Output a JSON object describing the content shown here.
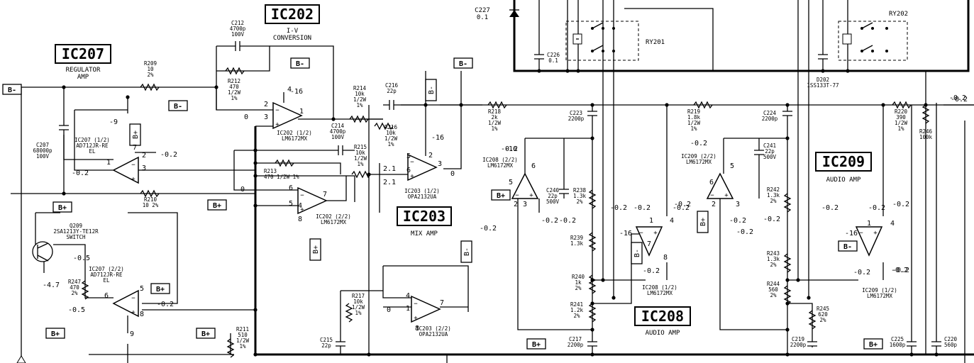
{
  "blocks": [
    {
      "ic": "IC202",
      "role": "I-V\nCONVERSION"
    },
    {
      "ic": "IC203",
      "role": "MIX AMP"
    },
    {
      "ic": "IC207",
      "role": "REGULATOR\nAMP"
    },
    {
      "ic": "IC208",
      "role": "AUDIO AMP"
    },
    {
      "ic": "IC209",
      "role": "AUDIO AMP"
    }
  ],
  "opamps": [
    {
      "ref": "IC202 (1/2)\nLM6172MX"
    },
    {
      "ref": "IC202 (2/2)\nLM6172MX"
    },
    {
      "ref": "IC203 (1/2)\nOPA2132UA"
    },
    {
      "ref": "IC203 (2/2)\nOPA2132UA"
    },
    {
      "ref": "IC207 (1/2)\nAD712JR-RE\nEL"
    },
    {
      "ref": "IC207 (2/2)\nAD712JR-RE\nEL"
    },
    {
      "ref": "IC208 (2/2)\nLM6172MX"
    },
    {
      "ref": "IC208 (1/2)\nLM6172MX"
    },
    {
      "ref": "IC209 (2/2)\nLM6172MX"
    },
    {
      "ref": "IC209 (1/2)\nLM6172MX"
    }
  ],
  "components": [
    {
      "id": "C212",
      "value": "4700p\n100V"
    },
    {
      "id": "R209",
      "value": "10\n2%"
    },
    {
      "id": "R212",
      "value": "470\n1/2W\n1%"
    },
    {
      "id": "C207",
      "value": "68000p\n100V"
    },
    {
      "id": "C214",
      "value": "4700p\n100V"
    },
    {
      "id": "R213",
      "value": "470 1/2W 1%"
    },
    {
      "id": "R210",
      "value": "10 2%"
    },
    {
      "id": "R214",
      "value": "10k\n1/2W\n1%"
    },
    {
      "id": "C216",
      "value": "22p"
    },
    {
      "id": "R216",
      "value": "10k\n1/2W\n1%"
    },
    {
      "id": "R215",
      "value": "10k\n1/2W\n1%"
    },
    {
      "id": "R217",
      "value": "10k\n1/2W\n1%"
    },
    {
      "id": "C215",
      "value": "22p"
    },
    {
      "id": "R247",
      "value": "470\n2%"
    },
    {
      "id": "R211",
      "value": "510\n1/2W\n1%"
    },
    {
      "id": "Q209",
      "value": "2SA1213Y-TE12R\nSWITCH"
    },
    {
      "id": "R218",
      "value": "2k\n1/2W\n1%"
    },
    {
      "id": "C223",
      "value": "2200p"
    },
    {
      "id": "C240",
      "value": "22p\n500V"
    },
    {
      "id": "R238",
      "value": "1.3k\n2%"
    },
    {
      "id": "R239",
      "value": "1.3k"
    },
    {
      "id": "R240",
      "value": "1k\n2%"
    },
    {
      "id": "R241",
      "value": "1.2k\n2%"
    },
    {
      "id": "C217",
      "value": "2200p"
    },
    {
      "id": "R219",
      "value": "1.8k\n1/2W\n1%"
    },
    {
      "id": "C224",
      "value": "2200p"
    },
    {
      "id": "C241",
      "value": "22p\n500V"
    },
    {
      "id": "R242",
      "value": "1.3k\n2%"
    },
    {
      "id": "R243",
      "value": "1.3k\n2%"
    },
    {
      "id": "R244",
      "value": "560\n2%"
    },
    {
      "id": "R245",
      "value": "620\n2%"
    },
    {
      "id": "C219",
      "value": "2200p"
    },
    {
      "id": "R220",
      "value": "390\n1/2W\n1%"
    },
    {
      "id": "R246",
      "value": "100k"
    },
    {
      "id": "C225",
      "value": "1600p"
    },
    {
      "id": "C220",
      "value": "560p"
    },
    {
      "id": "C226",
      "value": "0.1"
    },
    {
      "id": "C227",
      "value": "0.1"
    },
    {
      "id": "D202",
      "value": "1SS133T-77"
    },
    {
      "id": "RY201",
      "value": ""
    },
    {
      "id": "RY202",
      "value": ""
    }
  ],
  "voltages": [
    "-16",
    "0",
    "-9",
    "-0.2",
    "-0.2",
    "-0.2",
    "-0.5",
    "-0.5",
    "-4.7",
    "-0.2",
    "0",
    "2.1",
    "2.1",
    "0",
    "0",
    "-16",
    "-0.2",
    "-0.2",
    "-0.2",
    "-0.2",
    "-0.2",
    "-16",
    "-0.2",
    "-0.2",
    "-0.2",
    "-0.2",
    "-0.2",
    "-16",
    "-0.2",
    "-0.2",
    "-0.2",
    "-0.2",
    "-0.2",
    "-16",
    "-0.2",
    "-0.2",
    "-0.2",
    "-0.2"
  ],
  "pins": [
    "2",
    "3",
    "4",
    "1",
    "6",
    "5",
    "7",
    "8",
    "4",
    "2",
    "3",
    "1",
    "7",
    "6",
    "5",
    "8",
    "9",
    "6",
    "5",
    "2",
    "3",
    "4",
    "1",
    "7",
    "8",
    "6",
    "5",
    "2",
    "3",
    "1",
    "4",
    "7",
    "8",
    "5",
    "6",
    "2",
    "3",
    "1",
    "4"
  ],
  "rails": [
    "B-",
    "B+"
  ],
  "edge_labels": [
    "-0.2"
  ]
}
